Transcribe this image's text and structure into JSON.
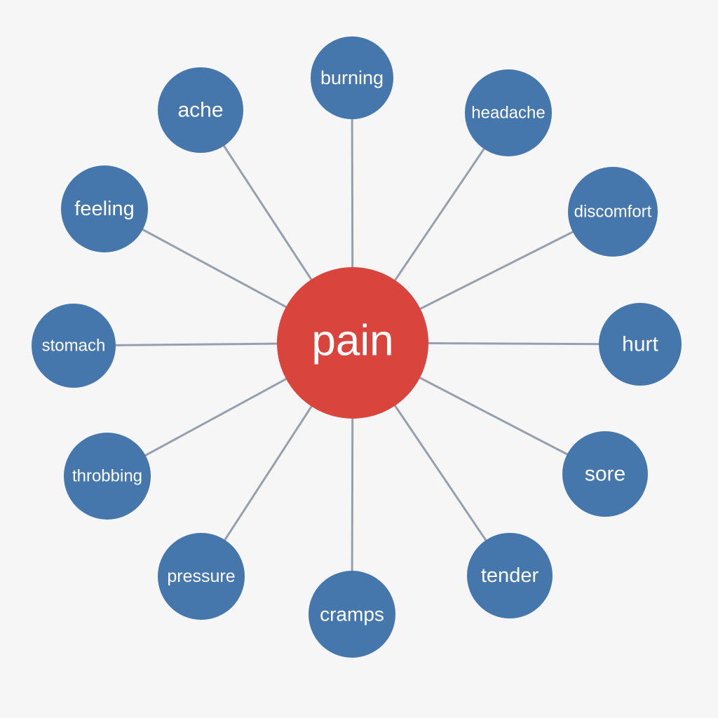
{
  "colors": {
    "background": "#f7f6f6",
    "center_node": "#d9443c",
    "outer_node": "#4577ad",
    "edge": "#96a0ad",
    "label_text": "#ffffff"
  },
  "center": {
    "label": "pain"
  },
  "nodes": [
    {
      "id": "burning",
      "label": "burning"
    },
    {
      "id": "headache",
      "label": "headache"
    },
    {
      "id": "discomfort",
      "label": "discomfort"
    },
    {
      "id": "hurt",
      "label": "hurt"
    },
    {
      "id": "sore",
      "label": "sore"
    },
    {
      "id": "tender",
      "label": "tender"
    },
    {
      "id": "cramps",
      "label": "cramps"
    },
    {
      "id": "pressure",
      "label": "pressure"
    },
    {
      "id": "throbbing",
      "label": "throbbing"
    },
    {
      "id": "stomach",
      "label": "stomach"
    },
    {
      "id": "feeling",
      "label": "feeling"
    },
    {
      "id": "ache",
      "label": "ache"
    }
  ],
  "edges": [
    {
      "from": "pain",
      "to": "burning"
    },
    {
      "from": "pain",
      "to": "headache"
    },
    {
      "from": "pain",
      "to": "discomfort"
    },
    {
      "from": "pain",
      "to": "hurt"
    },
    {
      "from": "pain",
      "to": "sore"
    },
    {
      "from": "pain",
      "to": "tender"
    },
    {
      "from": "pain",
      "to": "cramps"
    },
    {
      "from": "pain",
      "to": "pressure"
    },
    {
      "from": "pain",
      "to": "throbbing"
    },
    {
      "from": "pain",
      "to": "stomach"
    },
    {
      "from": "pain",
      "to": "feeling"
    },
    {
      "from": "pain",
      "to": "ache"
    }
  ]
}
